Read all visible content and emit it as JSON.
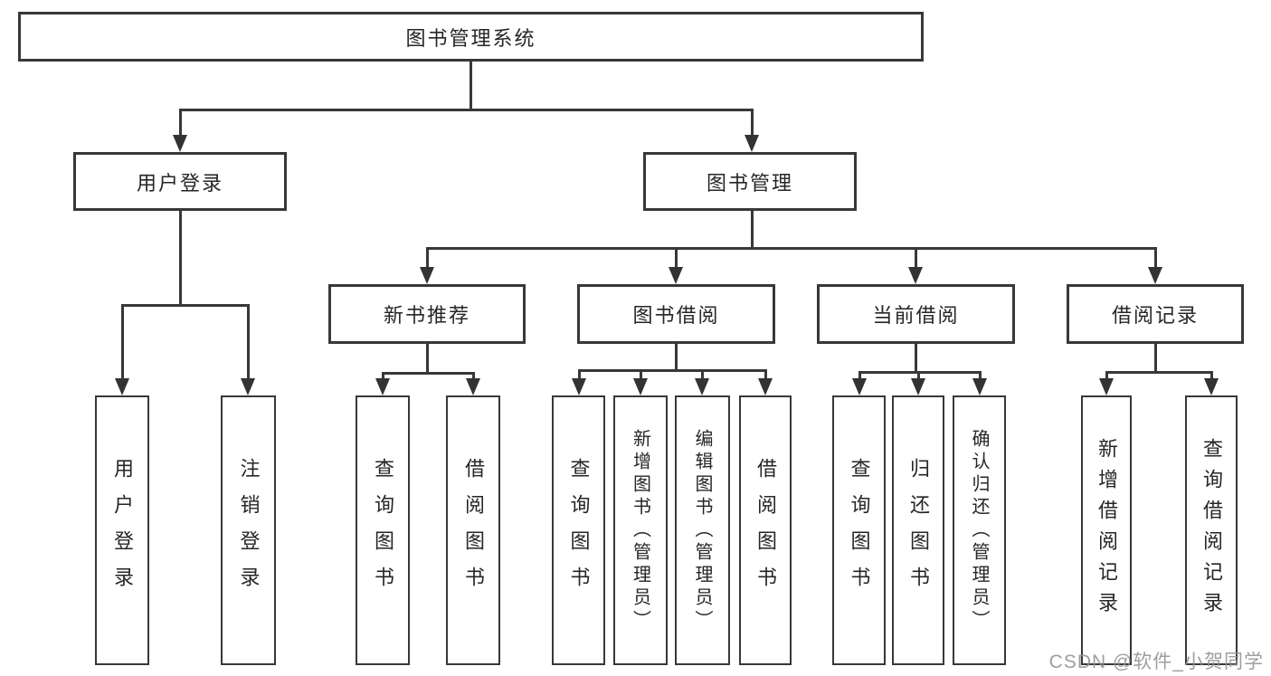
{
  "tree": {
    "root": {
      "label": "图书管理系统"
    },
    "branches": [
      {
        "label": "用户登录",
        "children": [
          {
            "label": "用户登录"
          },
          {
            "label": "注销登录"
          }
        ]
      },
      {
        "label": "图书管理",
        "children": [
          {
            "label": "新书推荐",
            "children": [
              {
                "label": "查询图书"
              },
              {
                "label": "借阅图书"
              }
            ]
          },
          {
            "label": "图书借阅",
            "children": [
              {
                "label": "查询图书"
              },
              {
                "label": "新增图书（管理员）"
              },
              {
                "label": "编辑图书（管理员）"
              },
              {
                "label": "借阅图书"
              }
            ]
          },
          {
            "label": "当前借阅",
            "children": [
              {
                "label": "查询图书"
              },
              {
                "label": "归还图书"
              },
              {
                "label": "确认归还（管理员）"
              }
            ]
          },
          {
            "label": "借阅记录",
            "children": [
              {
                "label": "新增借阅记录"
              },
              {
                "label": "查询借阅记录"
              }
            ]
          }
        ]
      }
    ]
  },
  "watermark": "CSDN @软件_小贺同学",
  "colors": {
    "line": "#383838",
    "arrow": "#333333",
    "text": "#262626",
    "background": "#ffffff",
    "watermark": "#919191"
  }
}
